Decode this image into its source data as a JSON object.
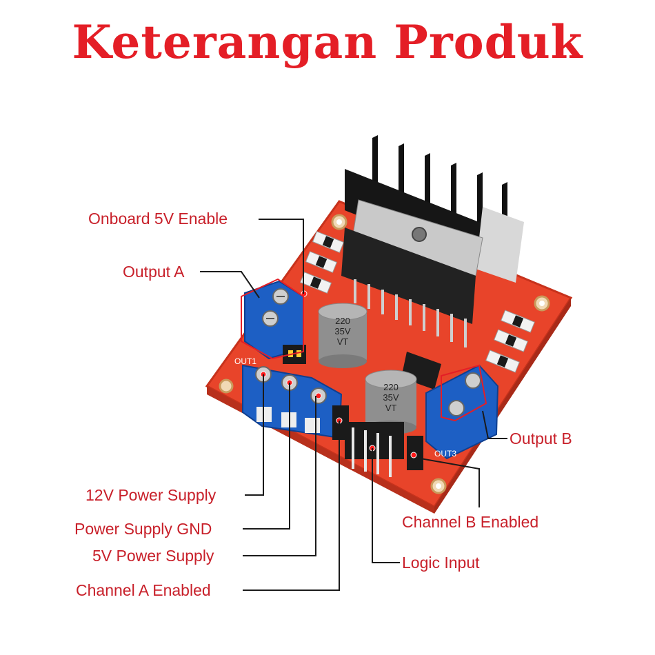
{
  "title": "Keterangan Produk",
  "labels": {
    "onboard_5v_enable": "Onboard 5V Enable",
    "output_a": "Output A",
    "output_b": "Output B",
    "power_12v": "12V Power Supply",
    "power_gnd": "Power Supply GND",
    "power_5v": "5V Power Supply",
    "channel_a_enabled": "Channel A Enabled",
    "channel_b_enabled": "Channel B Enabled",
    "logic_input": "Logic Input"
  },
  "board_markings": {
    "cap_1": [
      "220",
      "35V",
      "VT"
    ],
    "cap_2": [
      "220",
      "35V",
      "VT"
    ],
    "out1": "OUT1",
    "out3": "OUT3"
  },
  "colors": {
    "title": "#e41e26",
    "label": "#c8202a",
    "pcb": "#e8442a",
    "terminal": "#1d5fc4",
    "heatsink": "#1a1a1a"
  }
}
